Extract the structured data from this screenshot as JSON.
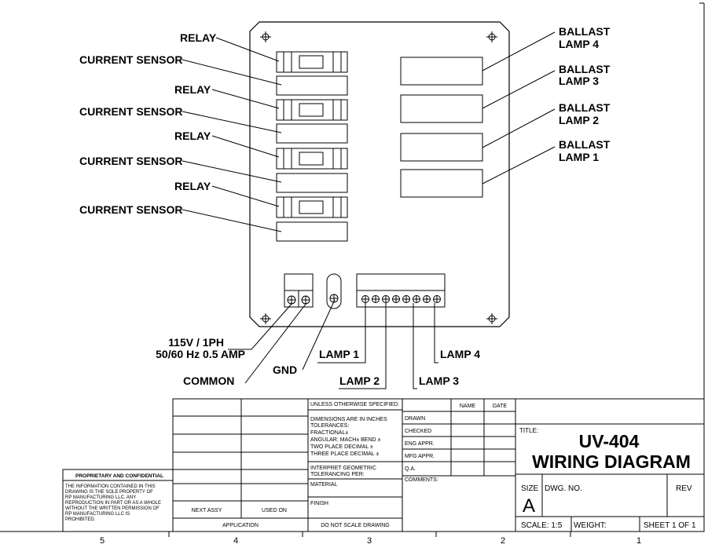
{
  "diagram": {
    "labels": {
      "relay_1": "RELAY",
      "current_sensor_1": "CURRENT SENSOR",
      "relay_2": "RELAY",
      "current_sensor_2": "CURRENT SENSOR",
      "relay_3": "RELAY",
      "current_sensor_3": "CURRENT SENSOR",
      "relay_4": "RELAY",
      "current_sensor_4": "CURRENT SENSOR",
      "ballast_4": [
        "BALLAST",
        "LAMP 4"
      ],
      "ballast_3": [
        "BALLAST",
        "LAMP 3"
      ],
      "ballast_2": [
        "BALLAST",
        "LAMP 2"
      ],
      "ballast_1": [
        "BALLAST",
        "LAMP 1"
      ],
      "power": [
        "115V / 1PH",
        "50/60 Hz 0.5 AMP"
      ],
      "gnd": "GND",
      "common": "COMMON",
      "lamp_1": "LAMP 1",
      "lamp_2": "LAMP 2",
      "lamp_3": "LAMP 3",
      "lamp_4": "LAMP 4"
    }
  },
  "title_block": {
    "proprietary_heading": "PROPRIETARY AND CONFIDENTIAL",
    "proprietary_text": [
      "THE INFORMATION CONTAINED IN THIS",
      "DRAWING IS THE SOLE PROPERTY OF",
      "RP MANUFACTURING LLC.  ANY",
      "REPRODUCTION IN PART OR AS A WHOLE",
      "WITHOUT THE WRITTEN PERMISSION OF",
      "RP MANUFACTURING LLC IS",
      "PROHIBITED."
    ],
    "next_assy": "NEXT ASSY",
    "used_on": "USED ON",
    "application": "APPLICATION",
    "unless": "UNLESS OTHERWISE SPECIFIED:",
    "dimensions": [
      "DIMENSIONS ARE IN INCHES",
      "TOLERANCES:",
      "FRACTIONAL±",
      "ANGULAR: MACH±    BEND ±",
      "TWO PLACE DECIMAL    ±",
      "THREE PLACE DECIMAL  ±"
    ],
    "interpret": [
      "INTERPRET GEOMETRIC",
      "TOLERANCING PER:"
    ],
    "material": "MATERIAL",
    "finish": "FINISH",
    "do_not_scale": "DO NOT SCALE DRAWING",
    "name": "NAME",
    "date": "DATE",
    "approvals": [
      "DRAWN",
      "CHECKED",
      "ENG APPR.",
      "MFG APPR.",
      "Q.A."
    ],
    "comments": "COMMENTS:",
    "title_label": "TITLE:",
    "title_line1": "UV-404",
    "title_line2": "WIRING DIAGRAM",
    "size_label": "SIZE",
    "size_value": "A",
    "dwg_no": "DWG.  NO.",
    "rev": "REV",
    "scale": "SCALE: 1:5",
    "weight": "WEIGHT:",
    "sheet": "SHEET 1 OF 1"
  },
  "zones": [
    "5",
    "4",
    "3",
    "2",
    "1"
  ]
}
